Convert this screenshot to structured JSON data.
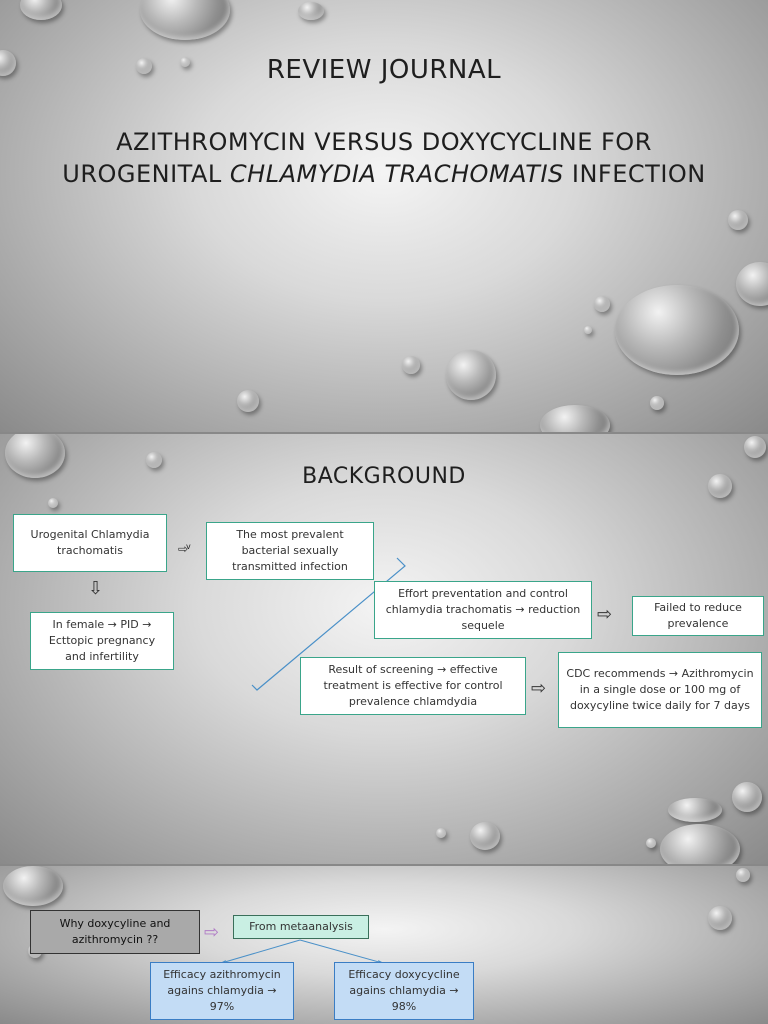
{
  "slide1": {
    "heading": "REVIEW JOURNAL",
    "subtitle_line1": "AZITHROMYCIN VERSUS DOXYCYCLINE FOR",
    "subtitle_line2_pre": "UROGENITAL ",
    "subtitle_line2_italic": "CHLAMYDIA TRACHOMATIS",
    "subtitle_line2_post": " INFECTION"
  },
  "slide2": {
    "heading": "BACKGROUND",
    "box_urogenital": "Urogenital Chlamydia trachomatis",
    "box_prevalent": "The most prevalent bacterial sexually transmitted infection",
    "box_female": "In female → PID → Ecttopic pregnancy and infertility",
    "box_effort": "Effort preventation and control chlamydia trachomatis → reduction sequele",
    "box_failed": "Failed to reduce prevalence",
    "box_screening": "Result of screening → effective treatment is effective for control prevalence chlamdydia",
    "box_cdc": "CDC recommends → Azithromycin in a single dose or 100 mg of doxycyline twice daily for 7 days",
    "arrow_mark": "v"
  },
  "slide3": {
    "box_why": "Why doxycyline and azithromycin ??",
    "box_meta": "From metaanalysis",
    "box_azi": "Efficacy azithromycin agains chlamydia → 97%",
    "box_doxy": "Efficacy doxycycline agains chlamydia → 98%"
  },
  "colors": {
    "box_border": "#3aa58a",
    "meta_fill": "#c9efe3",
    "why_fill": "#a9a9a9",
    "blue_fill": "#c3dcf5",
    "blue_border": "#3a7dc4",
    "line_blue": "#4a90c8",
    "arrow_purple": "#b07cc6"
  }
}
